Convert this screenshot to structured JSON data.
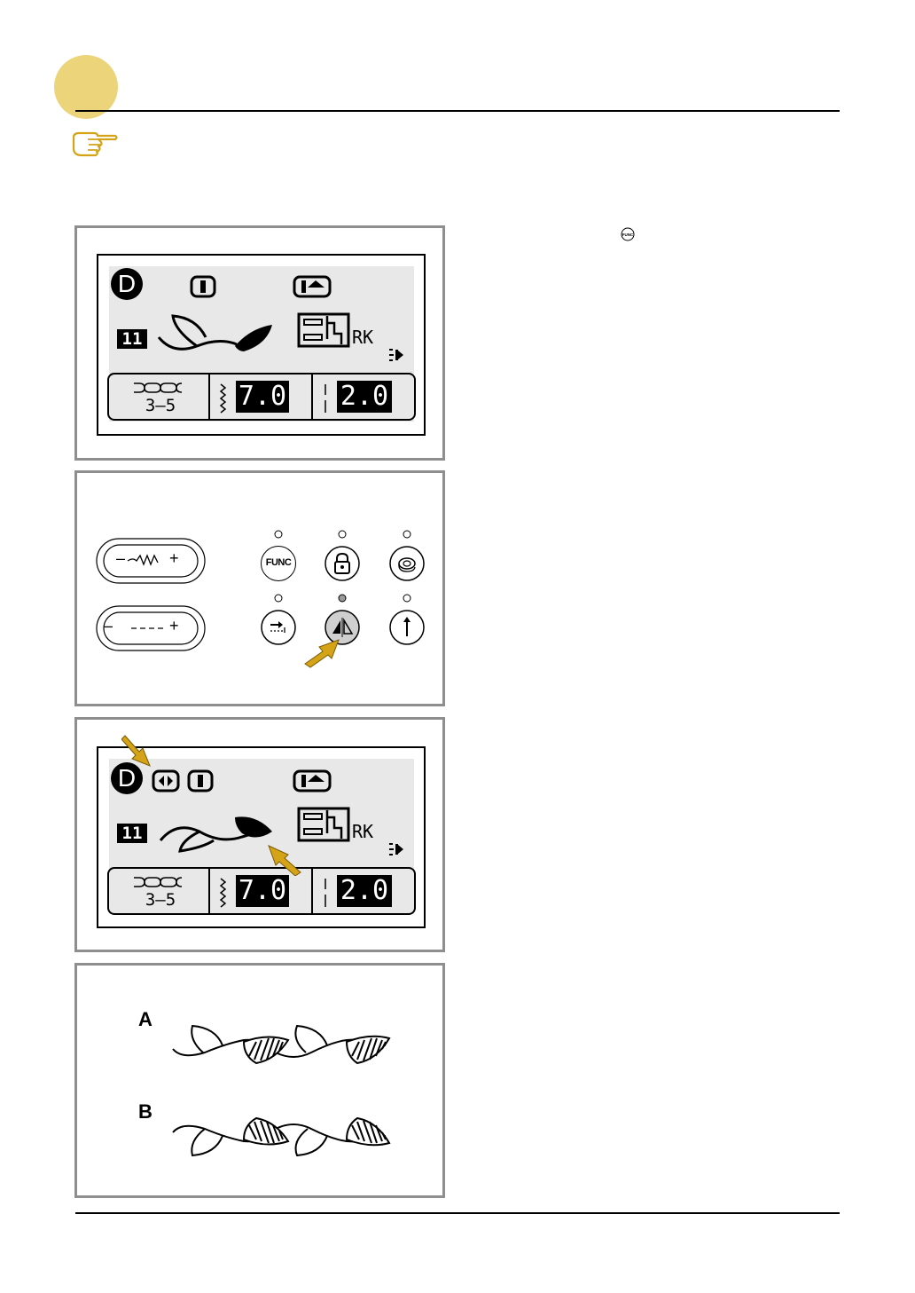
{
  "page": {
    "note_icon": "pointing-hand-icon",
    "func_inline_icon": "func-button-icon",
    "accent_color": "#ecd47a",
    "arrow_color": "#d4a317"
  },
  "lcd1": {
    "mode_letter": "D",
    "pattern_number": "11",
    "foot_code": "RK",
    "stitch_range": "3–5",
    "width_value": "7.0",
    "length_value": "2.0"
  },
  "buttons": {
    "width_minus": "–",
    "width_plus": "+",
    "length_minus": "–",
    "length_plus": "+",
    "func_label": "FUNC"
  },
  "lcd2": {
    "mode_letter": "D",
    "pattern_number": "11",
    "foot_code": "RK",
    "stitch_range": "3–5",
    "width_value": "7.0",
    "length_value": "2.0"
  },
  "samples": {
    "label_a": "A",
    "label_b": "B"
  }
}
